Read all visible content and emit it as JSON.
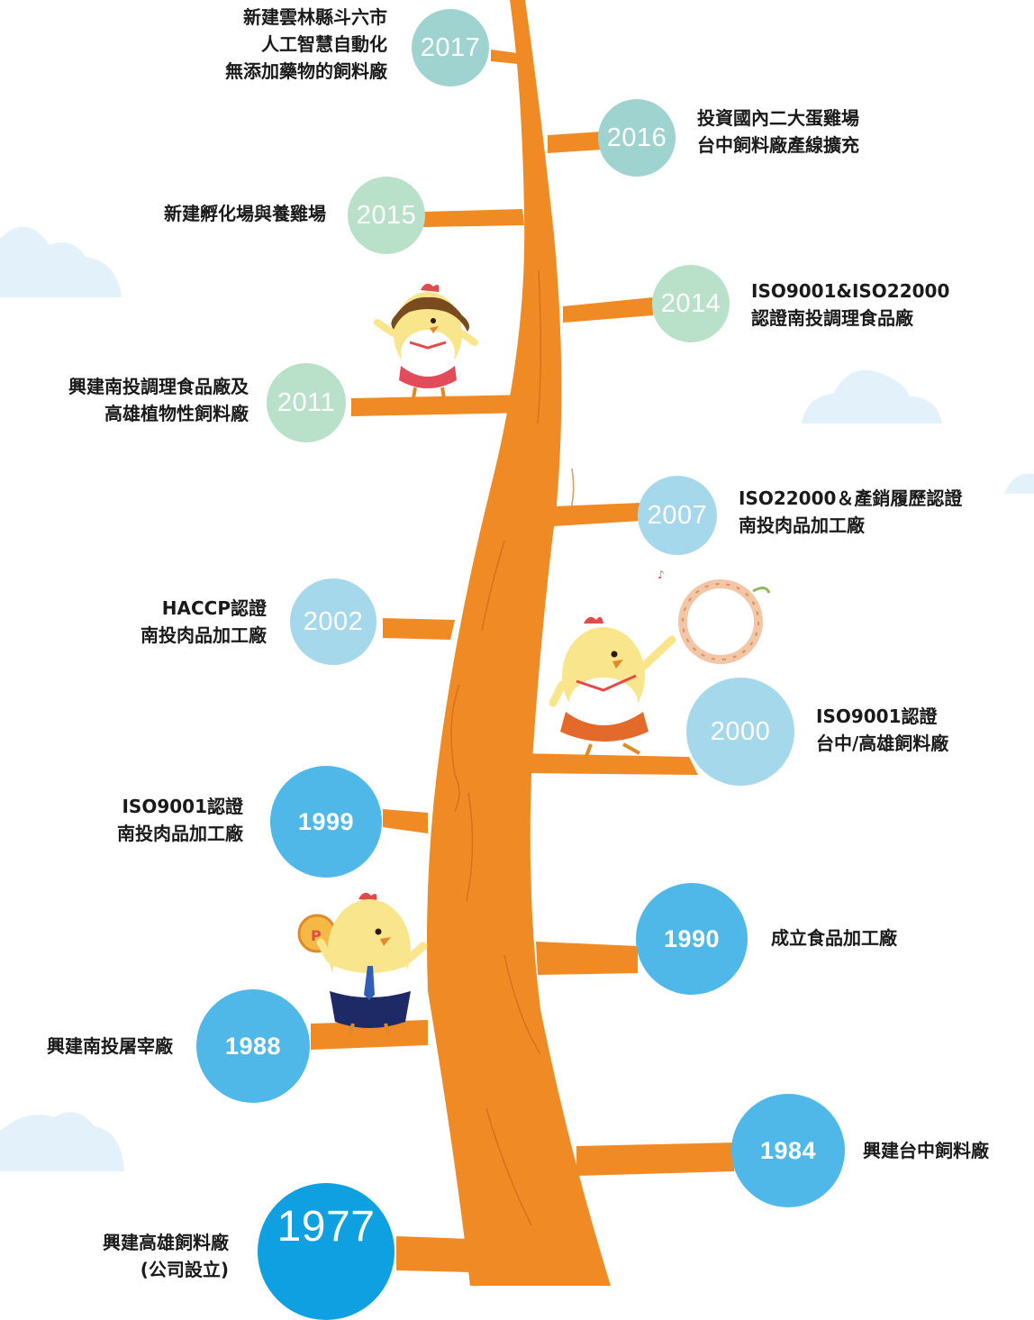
{
  "colors": {
    "trunk": "#F08A24",
    "trunk_line": "#C9631A",
    "teal": "#9FD3CF",
    "mint": "#B9E0C9",
    "light_blue": "#A6D8EC",
    "sky_blue": "#4FB8E8",
    "deep_blue": "#0FA0E2",
    "cloud": "#E3F2FA"
  },
  "milestones": [
    {
      "year": "2017",
      "text": "新建雲林縣斗六市\n人工智慧自動化\n無添加藥物的飼料廠",
      "side": "left",
      "color": "teal"
    },
    {
      "year": "2016",
      "text": "投資國內二大蛋雞場\n台中飼料廠產線擴充",
      "side": "right",
      "color": "teal"
    },
    {
      "year": "2015",
      "text": "新建孵化場與養雞場",
      "side": "left",
      "color": "mint"
    },
    {
      "year": "2014",
      "text": "ISO9001&ISO22000\n認證南投調理食品廠",
      "side": "right",
      "color": "mint"
    },
    {
      "year": "2011",
      "text": "興建南投調理食品廠及\n高雄植物性飼料廠",
      "side": "left",
      "color": "mint"
    },
    {
      "year": "2007",
      "text": "ISO22000＆產銷履歷認證\n南投肉品加工廠",
      "side": "right",
      "color": "light_blue"
    },
    {
      "year": "2002",
      "text": "HACCP認證\n南投肉品加工廠",
      "side": "left",
      "color": "light_blue"
    },
    {
      "year": "2000",
      "text": "ISO9001認證\n台中/高雄飼料廠",
      "side": "right",
      "color": "light_blue"
    },
    {
      "year": "1999",
      "text": "ISO9001認證\n南投肉品加工廠",
      "side": "left",
      "color": "sky_blue"
    },
    {
      "year": "1990",
      "text": "成立食品加工廠",
      "side": "right",
      "color": "sky_blue"
    },
    {
      "year": "1988",
      "text": "興建南投屠宰廠",
      "side": "left",
      "color": "sky_blue"
    },
    {
      "year": "1984",
      "text": "興建台中飼料廠",
      "side": "right",
      "color": "sky_blue"
    },
    {
      "year": "1977",
      "text": "興建高雄飼料廠\n(公司設立)",
      "side": "left",
      "color": "deep_blue"
    }
  ],
  "mascots": [
    {
      "name": "chick-girl-mascot",
      "skirt": "#E24B5A",
      "prop": "none"
    },
    {
      "name": "chick-dancer-mascot",
      "skirt": "#E36A2A",
      "prop": "ring"
    },
    {
      "name": "chick-businessman-mascot",
      "skirt": "#1E2A66",
      "prop": "coin"
    }
  ]
}
